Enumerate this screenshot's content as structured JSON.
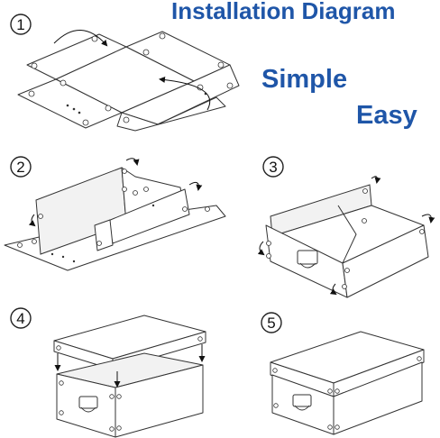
{
  "titles": {
    "main": "Installation Diagram",
    "simple": "Simple",
    "easy": "Easy"
  },
  "steps": [
    {
      "number": "1"
    },
    {
      "number": "2"
    },
    {
      "number": "3"
    },
    {
      "number": "4"
    },
    {
      "number": "5"
    }
  ],
  "colors": {
    "title_blue": "#1f56a8",
    "line": "#333333"
  }
}
